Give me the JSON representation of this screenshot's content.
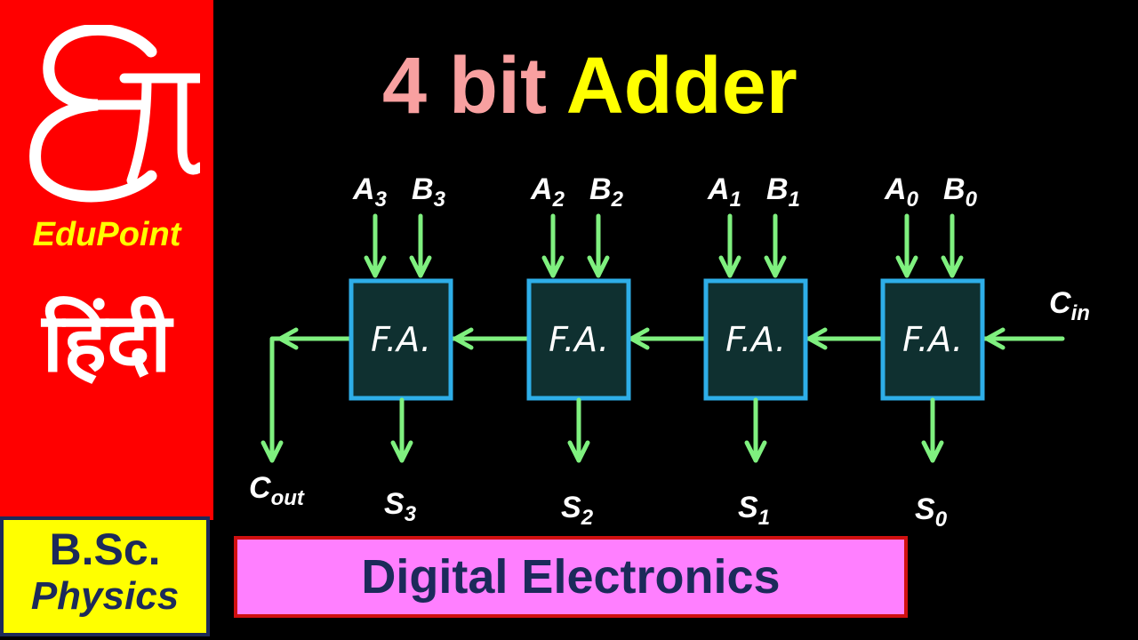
{
  "sidebar": {
    "logo_text": "Eπ",
    "brand": "EduPoint",
    "language": "हिंदी",
    "course_line1": "B.Sc.",
    "course_line2": "Physics"
  },
  "title": {
    "part1": "4 bit",
    "part2": "Adder"
  },
  "subject": "Digital Electronics",
  "diagram": {
    "block_label": "F.A.",
    "carry_in": {
      "main": "C",
      "sub": "in"
    },
    "carry_out": {
      "main": "C",
      "sub": "out"
    },
    "inputs": [
      {
        "a": "A",
        "a_sub": "3",
        "b": "B",
        "b_sub": "3"
      },
      {
        "a": "A",
        "a_sub": "2",
        "b": "B",
        "b_sub": "2"
      },
      {
        "a": "A",
        "a_sub": "1",
        "b": "B",
        "b_sub": "1"
      },
      {
        "a": "A",
        "a_sub": "0",
        "b": "B",
        "b_sub": "0"
      }
    ],
    "sums": [
      {
        "main": "S",
        "sub": "3"
      },
      {
        "main": "S",
        "sub": "2"
      },
      {
        "main": "S",
        "sub": "1"
      },
      {
        "main": "S",
        "sub": "0"
      }
    ],
    "colors": {
      "wire": "#7ff07f",
      "block_fill": "#0f3030",
      "block_border": "#2eaee8"
    }
  }
}
